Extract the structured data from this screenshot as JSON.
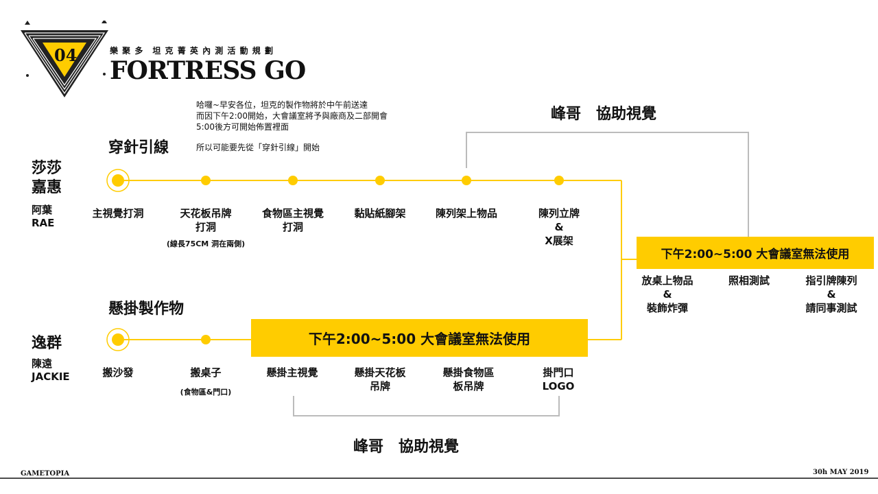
{
  "header": {
    "badge_number": "04",
    "subtitle": "樂 聚 多　坦 克 菁 英 內 測 活 動 規 劃",
    "title": "FORTRESS GO"
  },
  "notes": {
    "line1": "哈囉~早安各位，坦克的製作物將於中午前送達",
    "line2": "而因下午2:00開始，大會議室將予與廠商及二部開會",
    "line3": "5:00後方可開始佈置裡面",
    "line4": "所以可能要先從「穿針引線」開始"
  },
  "track1": {
    "heading": "穿針引線",
    "person_main_line1": "莎莎",
    "person_main_line2": "嘉惠",
    "person_alt_line1": "阿葉",
    "person_alt_line2": "RAE",
    "steps": [
      {
        "line1": "主視覺打洞"
      },
      {
        "line1": "天花板吊牌",
        "line2": "打洞",
        "note": "(線長75CM 洞在兩側)"
      },
      {
        "line1": "食物區主視覺",
        "line2": "打洞"
      },
      {
        "line1": "黏貼紙腳架"
      },
      {
        "line1": "陳列架上物品"
      },
      {
        "line1": "陳列立牌",
        "line2": "&",
        "line3": "X展架"
      }
    ],
    "helper": "峰哥　協助視覺"
  },
  "track2": {
    "heading": "懸掛製作物",
    "person_main": "逸群",
    "person_alt_line1": "陳遠",
    "person_alt_line2": "JACKIE",
    "steps": [
      {
        "line1": "搬沙發"
      },
      {
        "line1": "搬桌子",
        "note": "(食物區&門口)"
      },
      {
        "line1": "懸掛主視覺"
      },
      {
        "line1": "懸掛天花板",
        "line2": "吊牌"
      },
      {
        "line1": "懸掛食物區",
        "line2": "板吊牌"
      },
      {
        "line1": "掛門口",
        "line2": "LOGO"
      }
    ],
    "banner": "下午2:00~5:00 大會議室無法使用",
    "helper": "峰哥　協助視覺"
  },
  "right_panel": {
    "banner": "下午2:00~5:00 大會議室無法使用",
    "items": [
      {
        "line1": "放桌上物品",
        "line2": "&",
        "line3": "裝飾炸彈"
      },
      {
        "line1": "照相測試"
      },
      {
        "line1": "指引牌陳列",
        "line2": "&",
        "line3": "請同事測試"
      }
    ]
  },
  "footer": {
    "brand": "GAMETOPIA",
    "date": "30h MAY 2019"
  },
  "colors": {
    "accent": "#ffcc00",
    "line_gray": "#bbbbbb",
    "text": "#111111"
  }
}
